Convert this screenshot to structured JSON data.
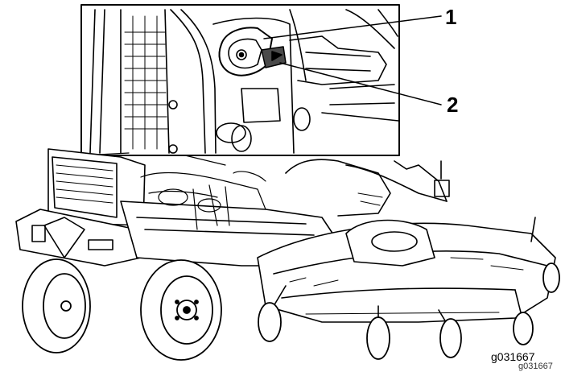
{
  "callouts": [
    {
      "label": "1"
    },
    {
      "label": "2"
    }
  ],
  "figure": {
    "id_primary": "g031667",
    "id_secondary": "g031667"
  },
  "colors": {
    "line": "#000000",
    "background": "#ffffff",
    "highlight": "#4a4a4a"
  }
}
